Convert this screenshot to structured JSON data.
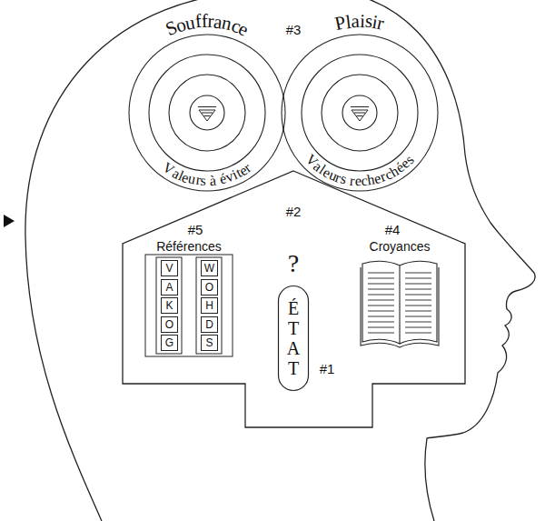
{
  "diagram": {
    "nodes": [
      {
        "text": [
          "Souffrance",
          "Valeurs à éviter"
        ]
      },
      {
        "text": [
          "Plaisir",
          "Valeurs recherchées"
        ]
      },
      {
        "text": [
          "?"
        ]
      },
      {
        "text": [
          "Références"
        ],
        "in": 2
      },
      {
        "text": [
          "V"
        ],
        "in": 3
      },
      {
        "text": [
          "A"
        ],
        "in": 3
      },
      {
        "text": [
          "K"
        ],
        "in": 3
      },
      {
        "text": [
          "O"
        ],
        "in": 3
      },
      {
        "text": [
          "G"
        ],
        "in": 3
      },
      {
        "text": [
          "W"
        ],
        "in": 3
      },
      {
        "text": [
          "O"
        ],
        "in": 3
      },
      {
        "text": [
          "H"
        ],
        "in": 3
      },
      {
        "text": [
          "D"
        ],
        "in": 3
      },
      {
        "text": [
          "S"
        ],
        "in": 3
      },
      {
        "text": [
          "ÉTAT"
        ],
        "in": 2
      },
      {
        "text": [
          "Croyances"
        ],
        "in": 2
      }
    ],
    "labels": [
      "#3",
      "#2",
      "#5",
      "#4",
      "#1"
    ]
  }
}
